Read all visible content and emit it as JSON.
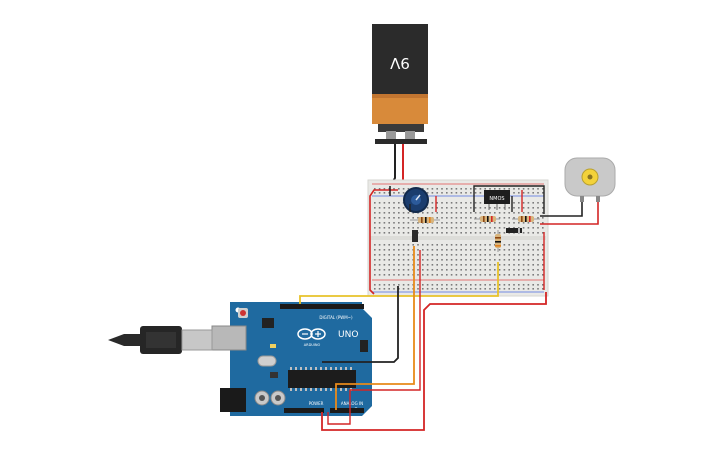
{
  "battery": {
    "label": "9V"
  },
  "arduino": {
    "logo_text": "UNO",
    "brand_text": "ARDUINO",
    "digital_header": "DIGITAL (PWM~)",
    "power_header": "POWER",
    "analog_header": "ANALOG IN"
  },
  "ic": {
    "label": "NMOS"
  },
  "colors": {
    "wire_red": "#d42525",
    "wire_black": "#222222",
    "wire_yellow": "#e8c22a",
    "wire_orange": "#e88a1a",
    "board_blue": "#1f6aa0",
    "breadboard": "#e9e9e6"
  },
  "icons": [
    "battery-icon",
    "motor-icon",
    "usb-plug-icon",
    "potentiometer-icon"
  ]
}
